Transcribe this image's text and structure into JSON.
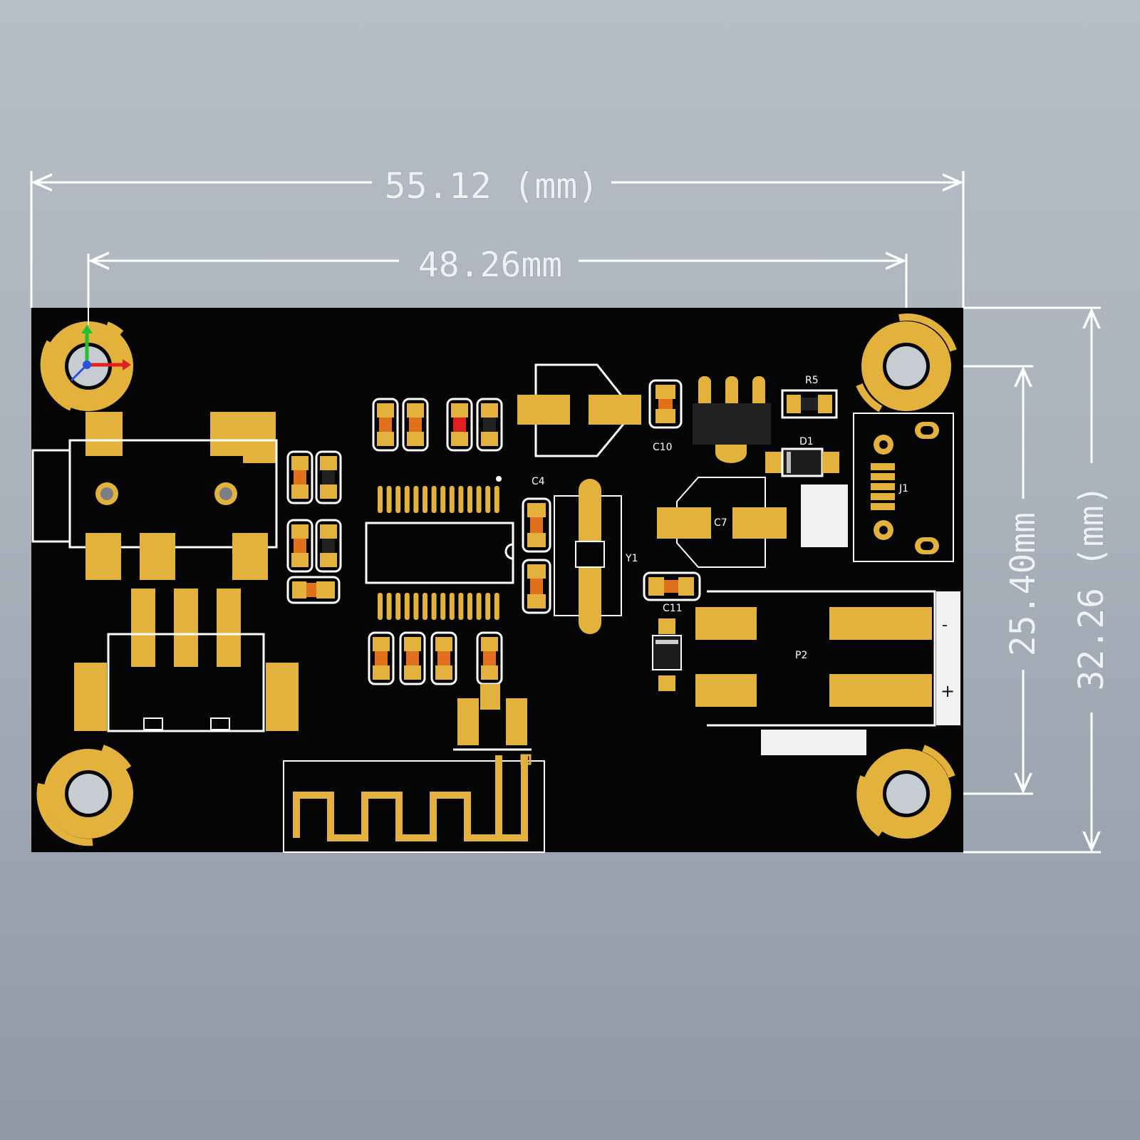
{
  "dimensions": {
    "overall_width": "55.12 (mm)",
    "hole_spacing_x": "48.26mm",
    "hole_spacing_y": "25.40mm",
    "overall_height": "32.26 (mm)"
  },
  "designators": {
    "r5": "R5",
    "c10": "C10",
    "d1": "D1",
    "c4": "C4",
    "c7": "C7",
    "j1": "J1",
    "y1": "Y1",
    "c11": "C11",
    "p2": "P2",
    "minus": "-",
    "plus": "+"
  },
  "colors": {
    "board": "#050505",
    "copper_pad": "#e3b23c",
    "silkscreen": "#ffffff",
    "smd_body": "#e0701c",
    "background_top": "#b8bec6",
    "background_bottom": "#8f99a6"
  },
  "icons": {
    "axis_gizmo": "xyz-axis-icon",
    "mounting_hole": "mounting-hole-icon"
  }
}
